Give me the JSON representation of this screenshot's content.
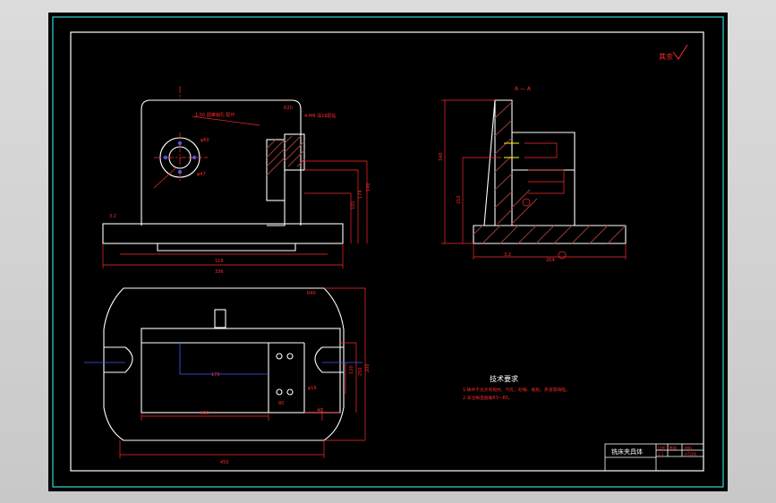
{
  "drawing": {
    "surface_mark": "其余",
    "section_label": "A — A",
    "tech_title": "技术要求",
    "tech_notes": [
      "1.铸件不允许有裂纹、气孔、砂眼、缩松、夹渣等缺陷。",
      "2.未注铸造圆角R3～R5。"
    ],
    "title_block": {
      "name": "铣床夹具体",
      "scale": "1:1",
      "cells": [
        "比例",
        "数量",
        "材料",
        "HT200"
      ]
    },
    "dims": {
      "front_r": "R20",
      "front_note": "1:50 圆锥销孔 配作",
      "front_note2": "4-M8 深16配钻",
      "front_phi": "φ60",
      "front_phi2": "φ47",
      "front_small": "3.2",
      "front_w1": "119",
      "front_w2": "336",
      "front_h1": "174",
      "front_h2": "140",
      "front_h3": "105",
      "side_w": "204",
      "side_h1": "340",
      "side_h2": "210",
      "side_bottom": "3.2",
      "plan_r": "R40",
      "plan_w1": "173",
      "plan_w2": "450",
      "plan_w3": "300",
      "plan_w4": "80",
      "plan_h": "250",
      "plan_h2": "120",
      "plan_h3": "200",
      "plan_d": "φ16",
      "plan_bot": "40"
    },
    "colors": {
      "frame": "#2fd8d8",
      "line": "#ffffff",
      "dim": "#ff2a2a",
      "section": "#9b3a3a",
      "hidden": "#ffff00",
      "axis": "#3a5cff"
    }
  }
}
